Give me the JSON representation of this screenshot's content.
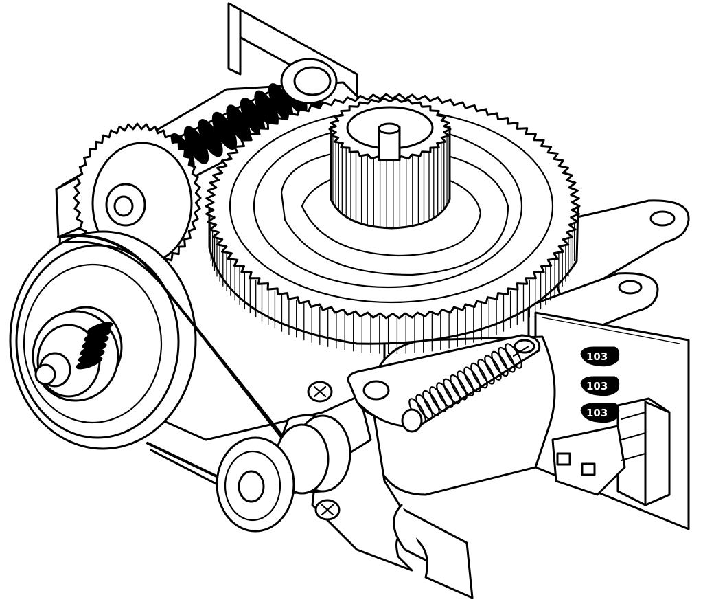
{
  "figure": {
    "kind": "line-art drawing of a gear, worm and belt drive assembly"
  },
  "colors": {
    "ink": "#000000",
    "paper": "#ffffff"
  },
  "part_labels": [
    "103",
    "103",
    "103"
  ]
}
